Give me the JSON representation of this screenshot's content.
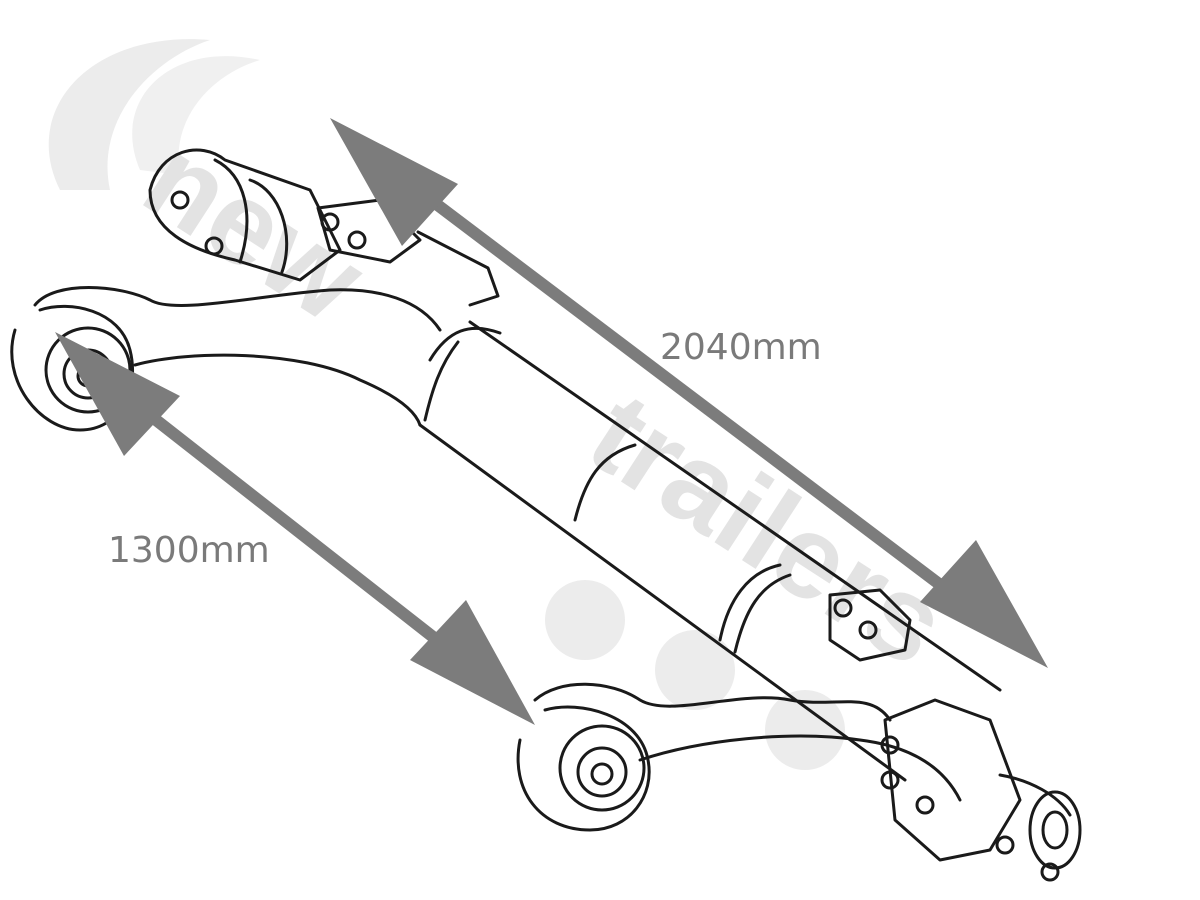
{
  "dimensions": {
    "overall_length": "2040mm",
    "axle_arm_length": "1300mm"
  },
  "watermark": {
    "brand": "new",
    "brand_rest": "trailers"
  },
  "colors": {
    "arrow": "#7c7c7c",
    "label": "#7a7a7a",
    "line_art": "#1a1a1a",
    "watermark": "#e3e3e3"
  }
}
